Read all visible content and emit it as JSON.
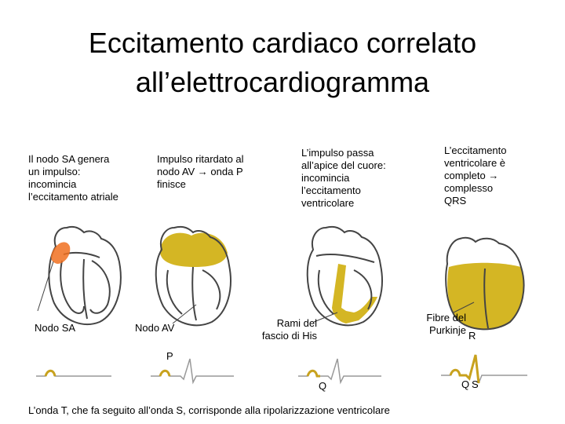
{
  "slide": {
    "title_line1": "Eccitamento cardiaco correlato",
    "title_line2": "all’elettrocardiogramma",
    "stages": [
      {
        "caption": "Il nodo SA genera\nun impulso:\nincomincia\nl’eccitamento atriale",
        "label": "Nodo SA"
      },
      {
        "caption": "Impulso ritardato al\nnodo AV → onda P\nfinisce",
        "label": "Nodo AV"
      },
      {
        "caption": "L’impulso passa\nall’apice del cuore:\nincomincia\nl’eccitamento\nventricolare",
        "label": "Rami del\nfascio di His"
      },
      {
        "caption": "L’eccitamento\nventricolare è\ncompleto →\ncomplesso\nQRS",
        "label": "Fibre del\nPurkinje"
      }
    ],
    "ecg_letters": {
      "p": "P",
      "q1": "Q",
      "r": "R",
      "q2": "Q",
      "s": "S"
    },
    "footer": "L’onda T, che fa seguito all’onda S, corrisponde alla ripolarizzazione ventricolare"
  },
  "colors": {
    "excitation": "#d4b624",
    "ecg_trace": "#c8a21e",
    "sa_node": "#f07020",
    "outline": "#444444",
    "heart_wall": "#b8b8b8"
  }
}
